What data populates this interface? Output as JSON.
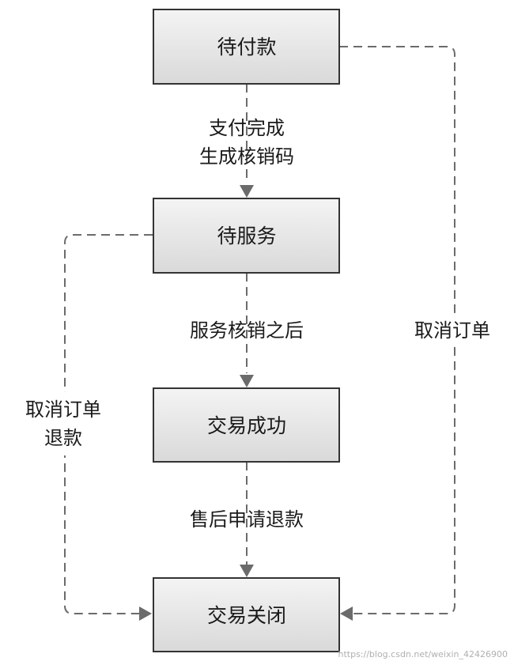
{
  "states": {
    "pending_payment": "待付款",
    "pending_service": "待服务",
    "transaction_success": "交易成功",
    "transaction_closed": "交易关闭"
  },
  "edges": {
    "pay_complete_line1": "支付完成",
    "pay_complete_line2": "生成核销码",
    "after_service_verify": "服务核销之后",
    "after_sale_refund": "售后申请退款",
    "cancel_right": "取消订单",
    "cancel_refund_line1": "取消订单",
    "cancel_refund_line2": "退款"
  },
  "watermark": "https://blog.csdn.net/weixin_42426900"
}
